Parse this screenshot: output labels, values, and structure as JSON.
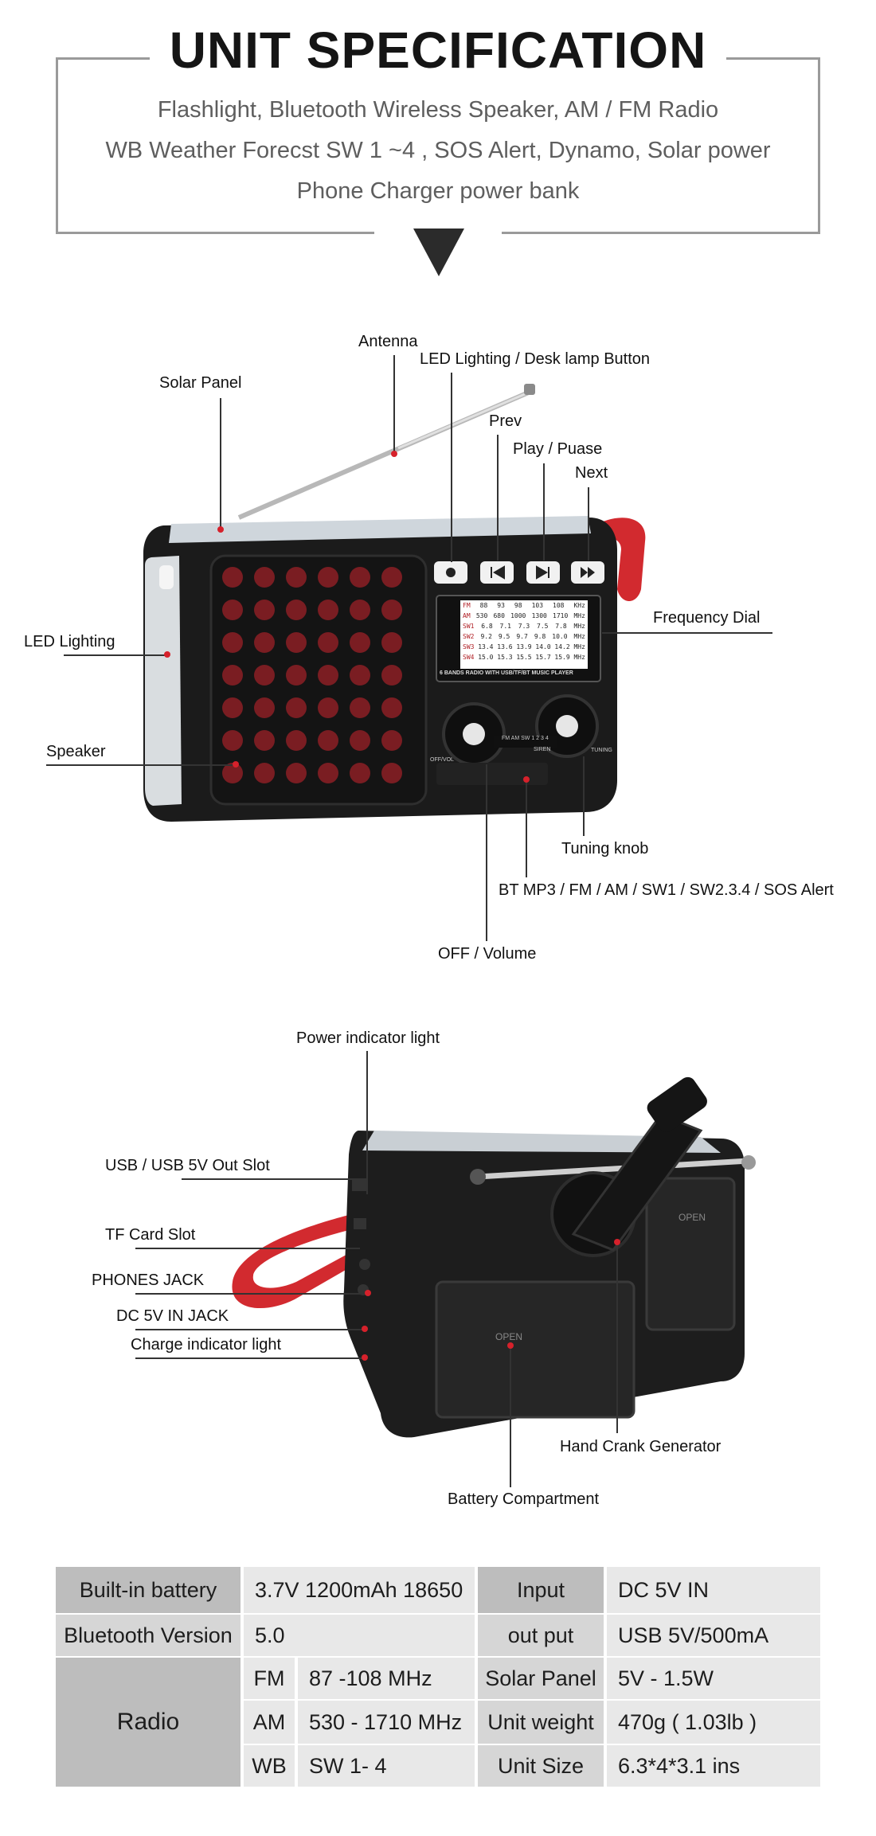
{
  "header": {
    "title": "UNIT SPECIFICATION",
    "lines": [
      "Flashlight, Bluetooth Wireless Speaker, AM / FM Radio",
      "WB Weather Forecst SW 1 ~4 , SOS Alert, Dynamo, Solar power",
      "Phone Charger power bank"
    ]
  },
  "front_labels": {
    "antenna": "Antenna",
    "solar_panel": "Solar Panel",
    "led_button": "LED Lighting / Desk lamp Button",
    "prev": "Prev",
    "play": "Play / Puase",
    "next": "Next",
    "frequency_dial": "Frequency Dial",
    "led_lighting": "LED Lighting",
    "speaker": "Speaker",
    "tuning_knob": "Tuning knob",
    "mode": "BT MP3 / FM / AM / SW1 / SW2.3.4 / SOS Alert",
    "off_volume": "OFF / Volume"
  },
  "dial": {
    "rows": [
      [
        "FM",
        "88",
        "93",
        "98",
        "103",
        "108",
        "KHz"
      ],
      [
        "AM",
        "530",
        "680",
        "1000",
        "1300",
        "1710",
        "MHz"
      ],
      [
        "SW1",
        "6.8",
        "7.1",
        "7.3",
        "7.5",
        "7.8",
        "MHz"
      ],
      [
        "SW2",
        "9.2",
        "9.5",
        "9.7",
        "9.8",
        "10.0",
        "MHz"
      ],
      [
        "SW3",
        "13.4",
        "13.6",
        "13.9",
        "14.0",
        "14.2",
        "MHz"
      ],
      [
        "SW4",
        "15.0",
        "15.3",
        "15.5",
        "15.7",
        "15.9",
        "MHz"
      ]
    ],
    "caption": "6 BANDS RADIO WITH USB/TF/BT MUSIC PLAYER",
    "knob_left_text": "OFF/VOL",
    "knob_right_text": "TUNING",
    "mode_text": "FM AM SW 1 2 3 4",
    "siren_text": "SIREN"
  },
  "back_labels": {
    "power_indicator": "Power indicator light",
    "usb_out": "USB / USB 5V Out Slot",
    "tf_card": "TF Card Slot",
    "phones_jack": "PHONES JACK",
    "dc_in": "DC 5V IN JACK",
    "charge_indicator": "Charge indicator light",
    "hand_crank": "Hand Crank Generator",
    "battery": "Battery Compartment",
    "open_1": "OPEN",
    "open_2": "OPEN"
  },
  "spec": {
    "battery_label": "Built-in battery",
    "battery_value": "3.7V 1200mAh 18650",
    "input_label": "Input",
    "input_value": "DC 5V IN",
    "bt_label": "Bluetooth Version",
    "bt_value": "5.0",
    "output_label": "out put",
    "output_value": "USB 5V/500mA",
    "radio_label": "Radio",
    "fm_label": "FM",
    "fm_value": "87 -108 MHz",
    "am_label": "AM",
    "am_value": "530 - 1710 MHz",
    "wb_label": "WB",
    "wb_value": "SW 1- 4",
    "solar_label": "Solar Panel",
    "solar_value": "5V - 1.5W",
    "weight_label": "Unit weight",
    "weight_value": "470g ( 1.03lb )",
    "size_label": "Unit  Size",
    "size_value": "6.3*4*3.1 ins"
  },
  "colors": {
    "accent_red": "#d6212b",
    "body_black": "#1b1b1b",
    "frame_gray": "#9a9a9a"
  }
}
